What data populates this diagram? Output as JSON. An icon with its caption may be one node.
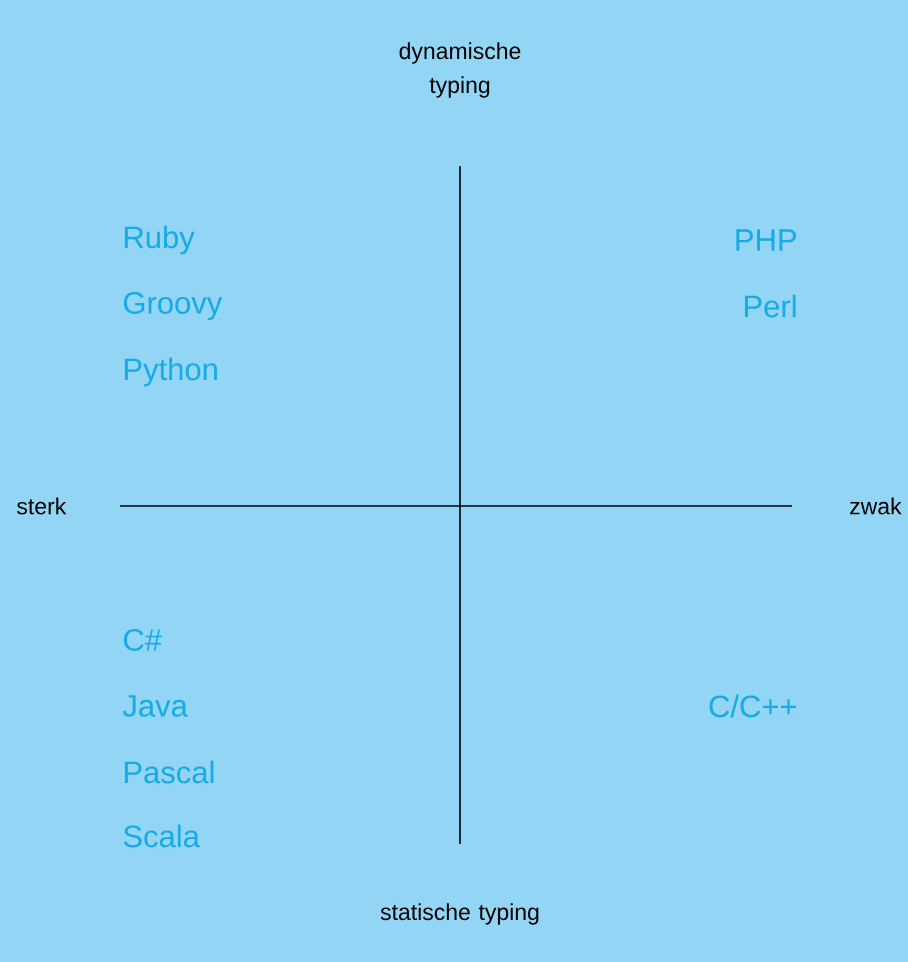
{
  "diagram": {
    "labels": [
      "dynamische typing",
      "Ruby",
      "PHP",
      "Groovy",
      "Perl",
      "Python",
      "sterk",
      "zwak",
      "C#",
      "Java",
      "C/C++",
      "Pascal",
      "Scala",
      "statische typing"
    ]
  }
}
